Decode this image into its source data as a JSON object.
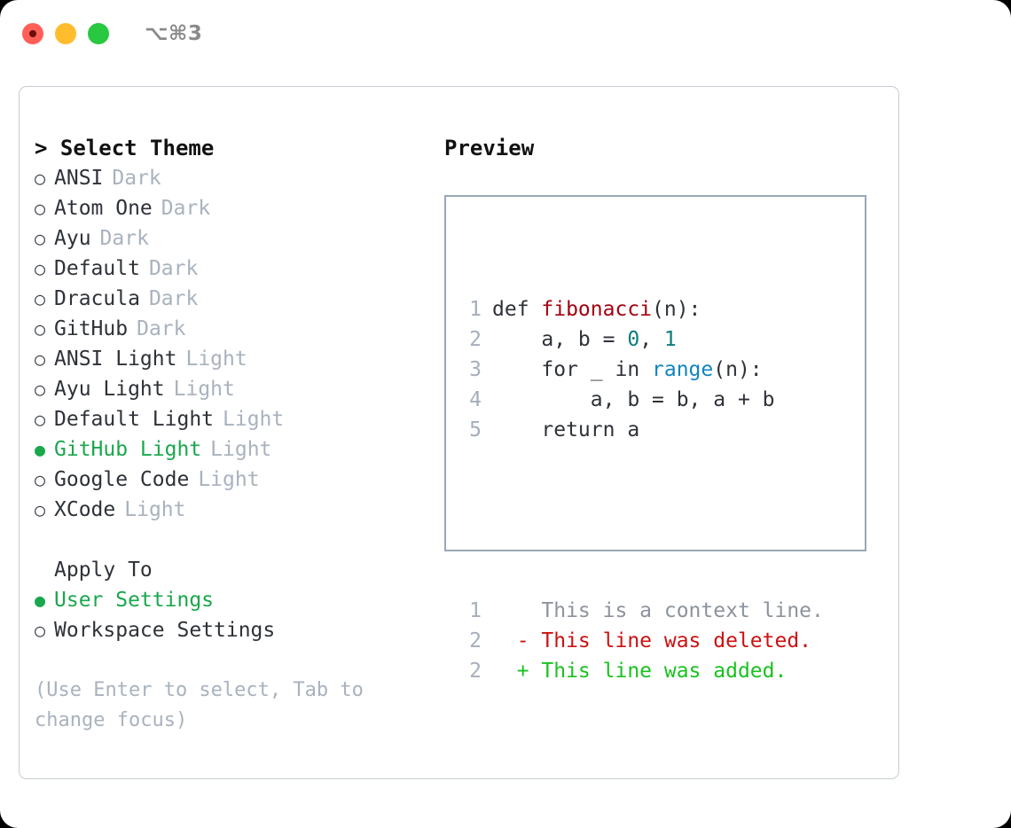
{
  "window": {
    "shortcut": "⌥⌘3",
    "traffic_lights": [
      {
        "name": "close",
        "color": "#ff5f57"
      },
      {
        "name": "minimize",
        "color": "#ffbd2e"
      },
      {
        "name": "maximize",
        "color": "#28c840"
      }
    ]
  },
  "theme_list": {
    "title": "> Select Theme",
    "items": [
      {
        "bullet": "○",
        "label": "ANSI",
        "kind": "Dark",
        "selected": false
      },
      {
        "bullet": "○",
        "label": "Atom One",
        "kind": "Dark",
        "selected": false
      },
      {
        "bullet": "○",
        "label": "Ayu",
        "kind": "Dark",
        "selected": false
      },
      {
        "bullet": "○",
        "label": "Default",
        "kind": "Dark",
        "selected": false
      },
      {
        "bullet": "○",
        "label": "Dracula",
        "kind": "Dark",
        "selected": false
      },
      {
        "bullet": "○",
        "label": "GitHub",
        "kind": "Dark",
        "selected": false
      },
      {
        "bullet": "○",
        "label": "ANSI Light",
        "kind": "Light",
        "selected": false
      },
      {
        "bullet": "○",
        "label": "Ayu Light",
        "kind": "Light",
        "selected": false
      },
      {
        "bullet": "○",
        "label": "Default Light",
        "kind": "Light",
        "selected": false
      },
      {
        "bullet": "●",
        "label": "GitHub Light",
        "kind": "Light",
        "selected": true
      },
      {
        "bullet": "○",
        "label": "Google Code",
        "kind": "Light",
        "selected": false
      },
      {
        "bullet": "○",
        "label": "XCode",
        "kind": "Light",
        "selected": false
      }
    ]
  },
  "apply_to": {
    "title": "Apply To",
    "items": [
      {
        "bullet": "●",
        "label": "User Settings",
        "selected": true
      },
      {
        "bullet": "○",
        "label": "Workspace Settings",
        "selected": false
      }
    ]
  },
  "hint": "(Use Enter to select, Tab to change focus)",
  "preview": {
    "title": "Preview",
    "code_lines": [
      {
        "n": "1",
        "tokens": [
          {
            "t": "def ",
            "c": "plain"
          },
          {
            "t": "fibonacci",
            "c": "fn"
          },
          {
            "t": "(n):",
            "c": "plain"
          }
        ]
      },
      {
        "n": "2",
        "tokens": [
          {
            "t": "    a, b = ",
            "c": "plain"
          },
          {
            "t": "0",
            "c": "num"
          },
          {
            "t": ", ",
            "c": "plain"
          },
          {
            "t": "1",
            "c": "num"
          }
        ]
      },
      {
        "n": "3",
        "tokens": [
          {
            "t": "    for _ in ",
            "c": "plain"
          },
          {
            "t": "range",
            "c": "call"
          },
          {
            "t": "(n):",
            "c": "plain"
          }
        ]
      },
      {
        "n": "4",
        "tokens": [
          {
            "t": "        a, b = b, a + b",
            "c": "plain"
          }
        ]
      },
      {
        "n": "5",
        "tokens": [
          {
            "t": "    return a",
            "c": "plain"
          }
        ]
      }
    ],
    "diff_lines": [
      {
        "n": "1",
        "marker": "  ",
        "text": "This is a context line.",
        "kind": "context"
      },
      {
        "n": "2",
        "marker": "- ",
        "text": "This line was deleted.",
        "kind": "del"
      },
      {
        "n": "2",
        "marker": "+ ",
        "text": "This line was added.",
        "kind": "add"
      }
    ]
  },
  "colors": {
    "accent_green": "#19a84c",
    "diff_add": "#19c21f",
    "diff_del": "#cc1111",
    "function": "#a4000f",
    "number": "#0e7c7b",
    "call": "#1184c0",
    "muted": "#a9b2be"
  }
}
